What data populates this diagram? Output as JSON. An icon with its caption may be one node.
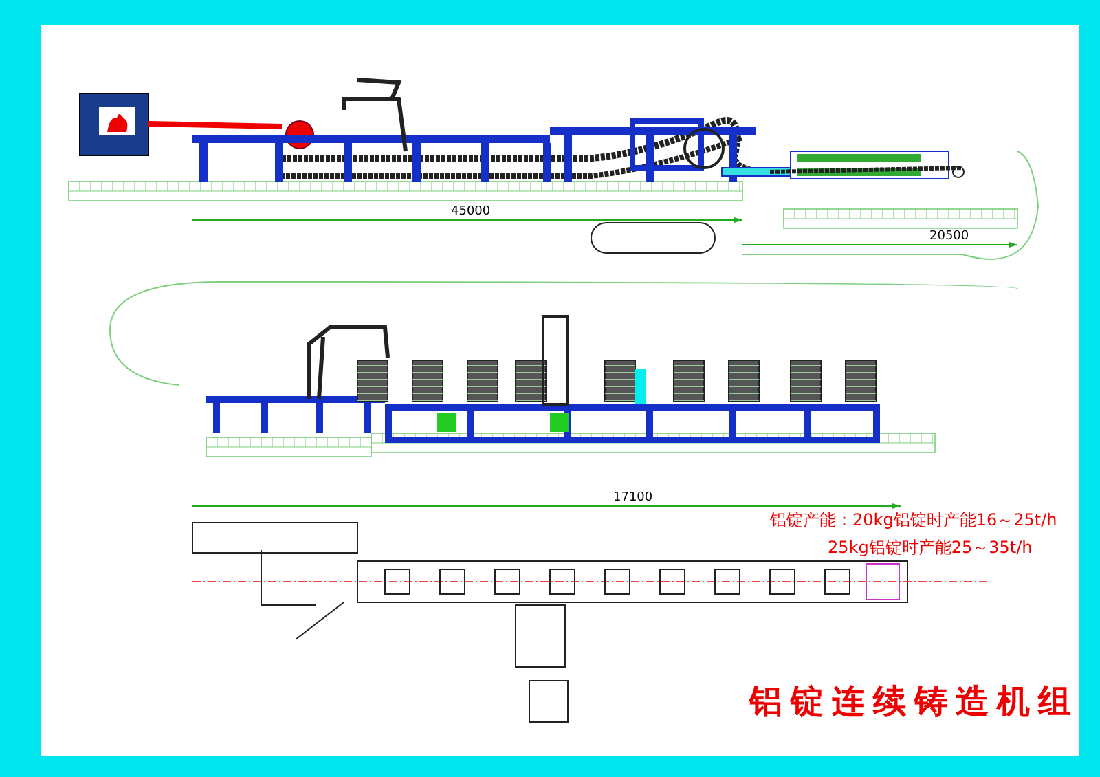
{
  "diagram": {
    "title": "铝锭连续铸造机组",
    "labels": [
      "45000",
      "20500",
      "17100",
      "铝锭产能：20kg铝锭时产能16～25t/h",
      "25kg铝锭时产能25～35t/h"
    ]
  }
}
